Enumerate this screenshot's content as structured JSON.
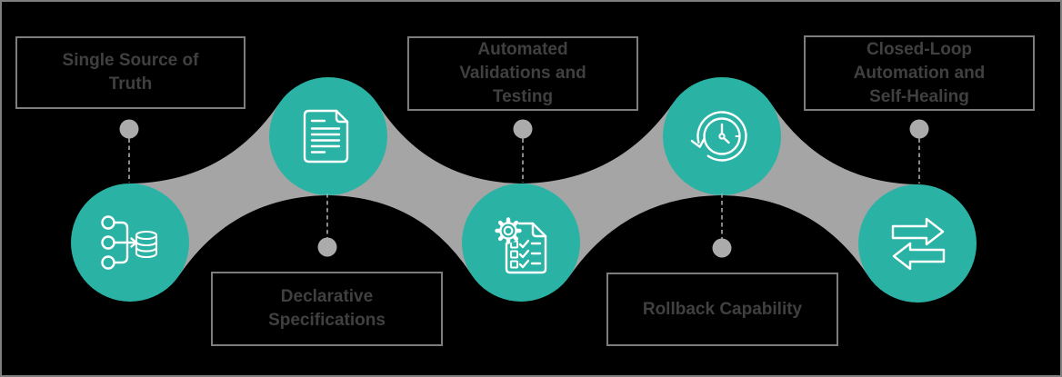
{
  "diagram": {
    "type": "process-ribbon-infographic",
    "colors": {
      "accent_teal": "#2AB3A5",
      "ribbon_gray": "#A5A5A5",
      "dot_gray": "#ABABAB",
      "box_border": "#7D7D7D",
      "label_text": "#404040",
      "icon_stroke": "#FFFFFF",
      "background": "#000000",
      "frame_border": "#7F7F7F"
    },
    "steps": [
      {
        "label": "Single Source of\nTruth",
        "icon": "merge-to-database-icon",
        "label_position": "top"
      },
      {
        "label": "Declarative\nSpecifications",
        "icon": "document-icon",
        "label_position": "bottom"
      },
      {
        "label": "Automated\nValidations and\nTesting",
        "icon": "gear-checklist-icon",
        "label_position": "top"
      },
      {
        "label": "Rollback Capability",
        "icon": "history-clock-icon",
        "label_position": "bottom"
      },
      {
        "label": "Closed-Loop\nAutomation and\nSelf-Healing",
        "icon": "loop-arrows-icon",
        "label_position": "top"
      }
    ]
  }
}
